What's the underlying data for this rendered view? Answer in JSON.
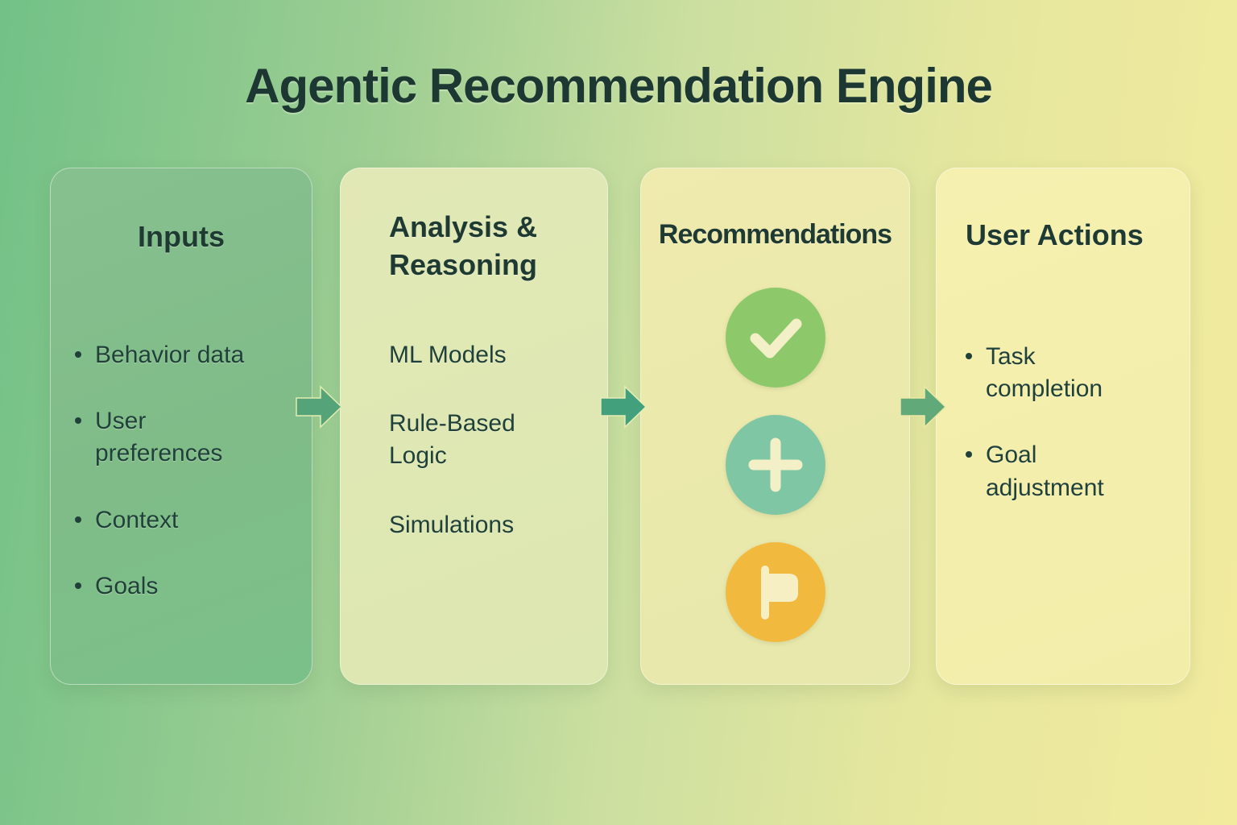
{
  "title": "Agentic Recommendation Engine",
  "palette": {
    "title_color": "#1d3833",
    "text_color": "#20403a",
    "background_gradient_left": "#72c186",
    "background_gradient_right": "#f2eb9e"
  },
  "columns": [
    {
      "heading": "Inputs",
      "bg_color": "#7fbc88",
      "items": [
        "Behavior data",
        "User preferences",
        "Context",
        "Goals"
      ]
    },
    {
      "heading": "Analysis & Reasoning",
      "bg_color": "#dfe7b3",
      "items": [
        "ML Models",
        "Rule-Based Logic",
        "Simulations"
      ]
    },
    {
      "heading": "Recommendations",
      "bg_color": "#edeaad",
      "icons": [
        {
          "name": "check-icon",
          "circle_color": "#8dc96b",
          "glyph_color": "#f3efc6"
        },
        {
          "name": "plus-icon",
          "circle_color": "#7fc7a4",
          "glyph_color": "#f3efc6"
        },
        {
          "name": "flag-icon",
          "circle_color": "#f2b93f",
          "glyph_color": "#f6efc4"
        }
      ]
    },
    {
      "heading": "User Actions",
      "bg_color": "#f4efae",
      "items": [
        "Task completion",
        "Goal adjustment"
      ]
    }
  ],
  "arrows": [
    {
      "name": "flow-arrow-1",
      "color": "#55a479",
      "outline": "#e3ecb2"
    },
    {
      "name": "flow-arrow-2",
      "color": "#43a07c",
      "outline": "#e8edb8"
    },
    {
      "name": "flow-arrow-3",
      "color": "#61a979",
      "outline": "#ece9a6"
    }
  ]
}
